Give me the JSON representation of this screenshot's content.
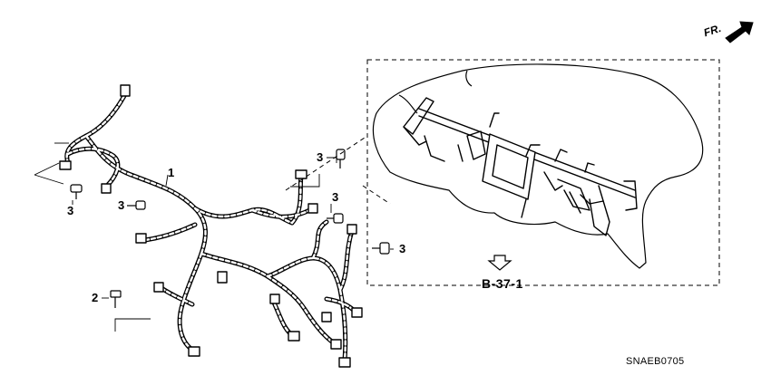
{
  "callouts": {
    "harness": "1",
    "bolt_left": "3",
    "bolt_center_left": "3",
    "bolt_top_right": "3",
    "bolt_mid_right": "3",
    "bolt_right": "3",
    "grommet_bolt": "2"
  },
  "reference": {
    "label": "B-37-1"
  },
  "figure_code": "SNAEB0705",
  "direction": {
    "label": "FR."
  },
  "colors": {
    "line": "#000000",
    "background": "#ffffff"
  }
}
